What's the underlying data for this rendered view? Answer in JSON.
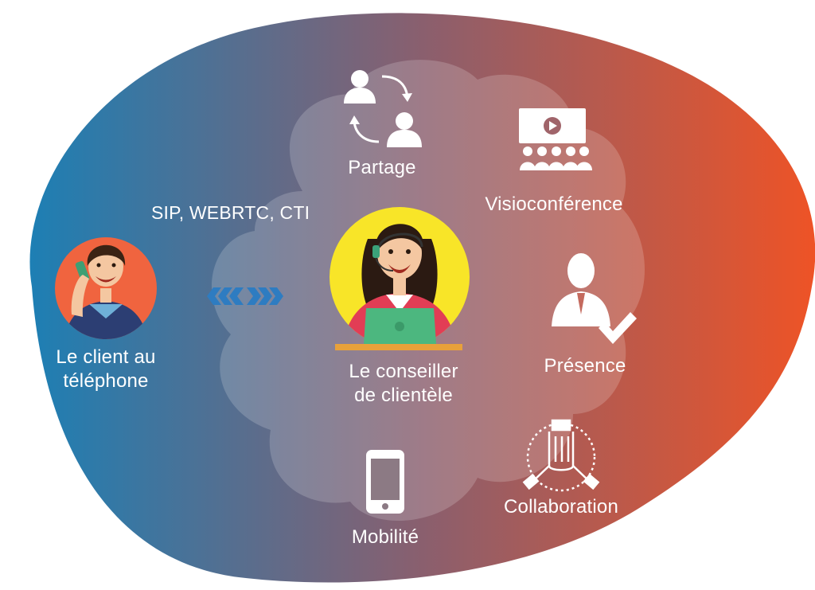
{
  "colors": {
    "gradient_left": "#1d7fb4",
    "gradient_mid": "#8a5f6e",
    "gradient_right": "#ee5326",
    "cloud": "#ffffff",
    "label_text": "#ffffff",
    "client_bg": "#f0643f",
    "advisor_bg": "#f8e528",
    "arrows": "#2e7cc1"
  },
  "protocol_label": "SIP, WEBRTC, CTI",
  "client": {
    "label_line1": "Le client au",
    "label_line2": "téléphone",
    "icon": "customer-on-phone-icon"
  },
  "advisor": {
    "label_line1": "Le conseiller",
    "label_line2": "de clientèle",
    "icon": "customer-advisor-headset-icon"
  },
  "features": {
    "sharing": {
      "label": "Partage",
      "icon": "sharing-exchange-icon"
    },
    "video": {
      "label": "Visioconférence",
      "icon": "video-conference-icon"
    },
    "presence": {
      "label": "Présence",
      "icon": "presence-user-check-icon"
    },
    "collaboration": {
      "label": "Collaboration",
      "icon": "collaboration-hands-icon"
    },
    "mobility": {
      "label": "Mobilité",
      "icon": "smartphone-icon"
    }
  },
  "connection_icon": "bidirectional-arrows-icon"
}
